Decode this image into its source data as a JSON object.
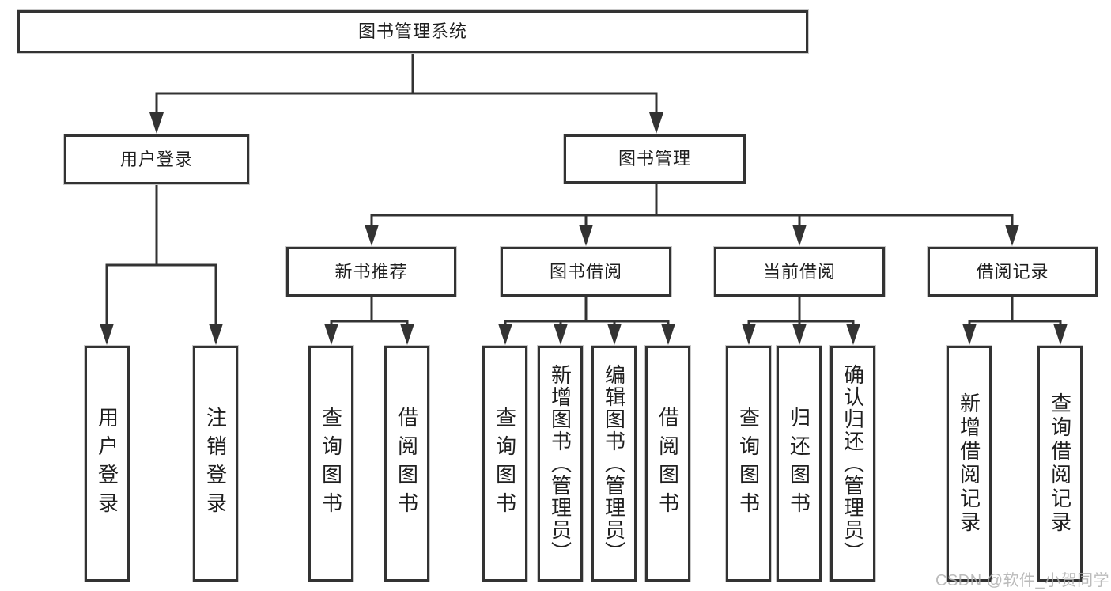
{
  "colors": {
    "line": "#333333",
    "text": "#1f1f1f",
    "watermark": "#b0b0b0",
    "background": "#ffffff"
  },
  "diagram": {
    "type": "tree",
    "root": {
      "label": "图书管理系统"
    },
    "level2": [
      {
        "label": "用户登录"
      },
      {
        "label": "图书管理"
      }
    ],
    "level3": [
      {
        "label": "新书推荐",
        "parent": "图书管理"
      },
      {
        "label": "图书借阅",
        "parent": "图书管理"
      },
      {
        "label": "当前借阅",
        "parent": "图书管理"
      },
      {
        "label": "借阅记录",
        "parent": "图书管理"
      }
    ],
    "leaves": [
      {
        "label": "用户登录",
        "parent": "用户登录"
      },
      {
        "label": "注销登录",
        "parent": "用户登录"
      },
      {
        "label": "查询图书",
        "parent": "新书推荐"
      },
      {
        "label": "借阅图书",
        "parent": "新书推荐"
      },
      {
        "label": "查询图书",
        "parent": "图书借阅"
      },
      {
        "label": "新增图书（管理员）",
        "parent": "图书借阅"
      },
      {
        "label": "编辑图书（管理员）",
        "parent": "图书借阅"
      },
      {
        "label": "借阅图书",
        "parent": "图书借阅"
      },
      {
        "label": "查询图书",
        "parent": "当前借阅"
      },
      {
        "label": "归还图书",
        "parent": "当前借阅"
      },
      {
        "label": "确认归还（管理员）",
        "parent": "当前借阅"
      },
      {
        "label": "新增借阅记录",
        "parent": "借阅记录"
      },
      {
        "label": "查询借阅记录",
        "parent": "借阅记录"
      }
    ]
  },
  "watermark": {
    "text": "CSDN @软件_小贺同学"
  }
}
